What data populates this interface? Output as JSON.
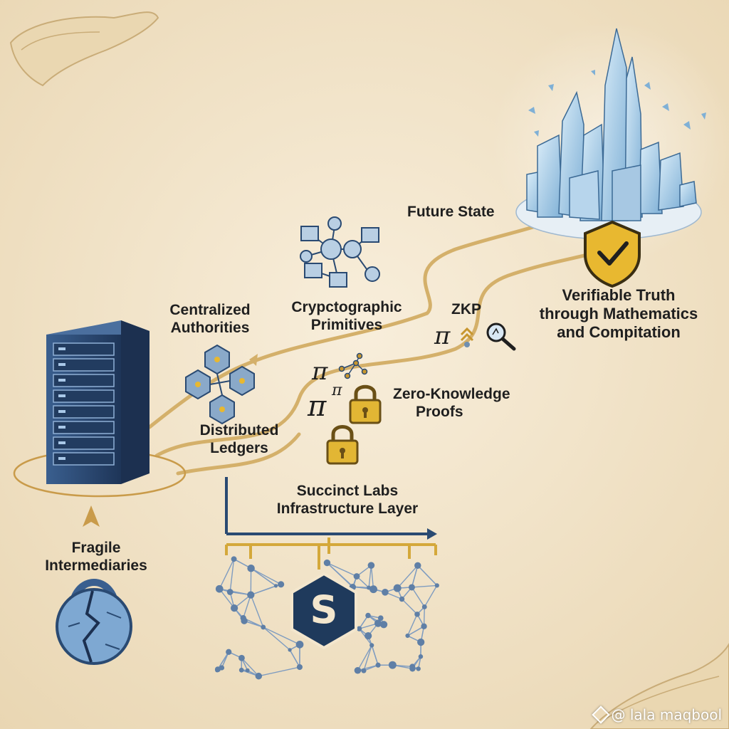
{
  "colors": {
    "parchment": "#f3e6cd",
    "path_gold": "#d4b06a",
    "navy": "#2a4a72",
    "crystal_blue": "#9cc3e2",
    "shield_gold": "#e8b830",
    "network_blue": "#5f7fa6"
  },
  "labels": {
    "future_state": "Future State",
    "verifiable_truth": [
      "Verifiable Truth",
      "through Mathematics",
      "and Compitation"
    ],
    "zkp": "ZKP",
    "cryptographic_primitives": [
      "Crypctographic",
      "Primitives"
    ],
    "centralized_authorities": [
      "Centralized",
      "Authorities"
    ],
    "distributed_ledgers": [
      "Distributed",
      "Ledgers"
    ],
    "zero_knowledge_proofs": [
      "Zero-Knowledge",
      "Proofs"
    ],
    "succinct_labs": [
      "Succinct Labs",
      "Infrastructure Layer"
    ],
    "fragile_intermediaries": [
      "Fragile",
      "Intermediaries"
    ]
  },
  "symbols": {
    "pi": "π",
    "logo_letter": "S"
  },
  "icons": [
    "server-rack-icon",
    "broken-lock-icon",
    "hexagon-nodes-icon",
    "crypto-network-icon",
    "padlock-icon",
    "magnifier-icon",
    "crystal-city-icon",
    "shield-check-icon",
    "succinct-logo-icon",
    "mesh-network-icon",
    "scroll-corner-icon"
  ],
  "watermark": "@ lala maqbool"
}
